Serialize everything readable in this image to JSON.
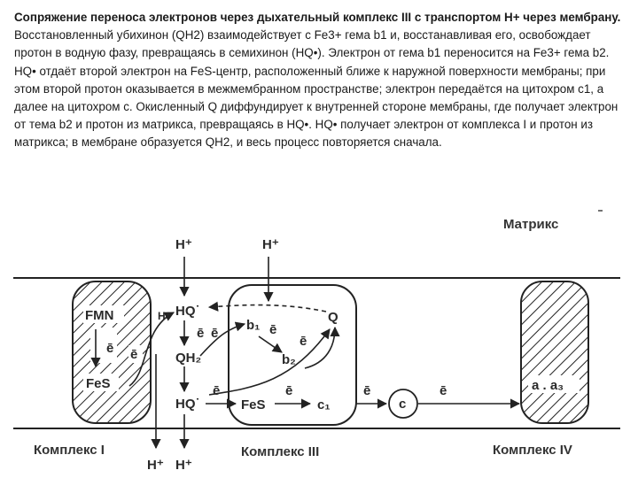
{
  "text": {
    "title": "Сопряжение переноса электронов через дыхательный комплекс III с транспортом Н+ через мембрану.",
    "body": " Восстановленный убихинон (QH2) взаимодействует с Fe3+ гема b1  и, восстанавливая его, освобождает протон в водную фазу, превращаясь в семихинон (HQ•). Электрон от гема b1 переносится на Fe3+ гема b2. HQ• отдаёт второй электрон на FeS-центр, расположенный ближе к наружной поверхности мембраны; при этом второй протон оказывается в межмембранном пространстве; электрон передаётся на цитохром с1, а далее на цитохром с. Окисленный Q диффундирует к внутренней стороне мембраны, где получает электрон от тема b2 и протон из матрикса, превращаясь в HQ•. HQ• получает электрон от комплекса I и протон из матрикса; в мембране образуется QH2, и весь процесс повторяется сначала."
  },
  "diagram": {
    "matrix_label": "Матрикс",
    "complex1_label": "Комплекс I",
    "complex3_label": "Комплекс III",
    "complex4_label": "Комплекс IV",
    "h_plus": "H⁺",
    "fmn": "FMN",
    "fes": "FeS",
    "electron": "ē",
    "hq_top": "HQ˙",
    "qh2": "QH₂",
    "hq_bottom": "HQ˙",
    "b1": "b₁",
    "b2": "b₂",
    "q": "Q",
    "c1": "c₁",
    "c": "c",
    "a_a3": "a . a₃"
  }
}
